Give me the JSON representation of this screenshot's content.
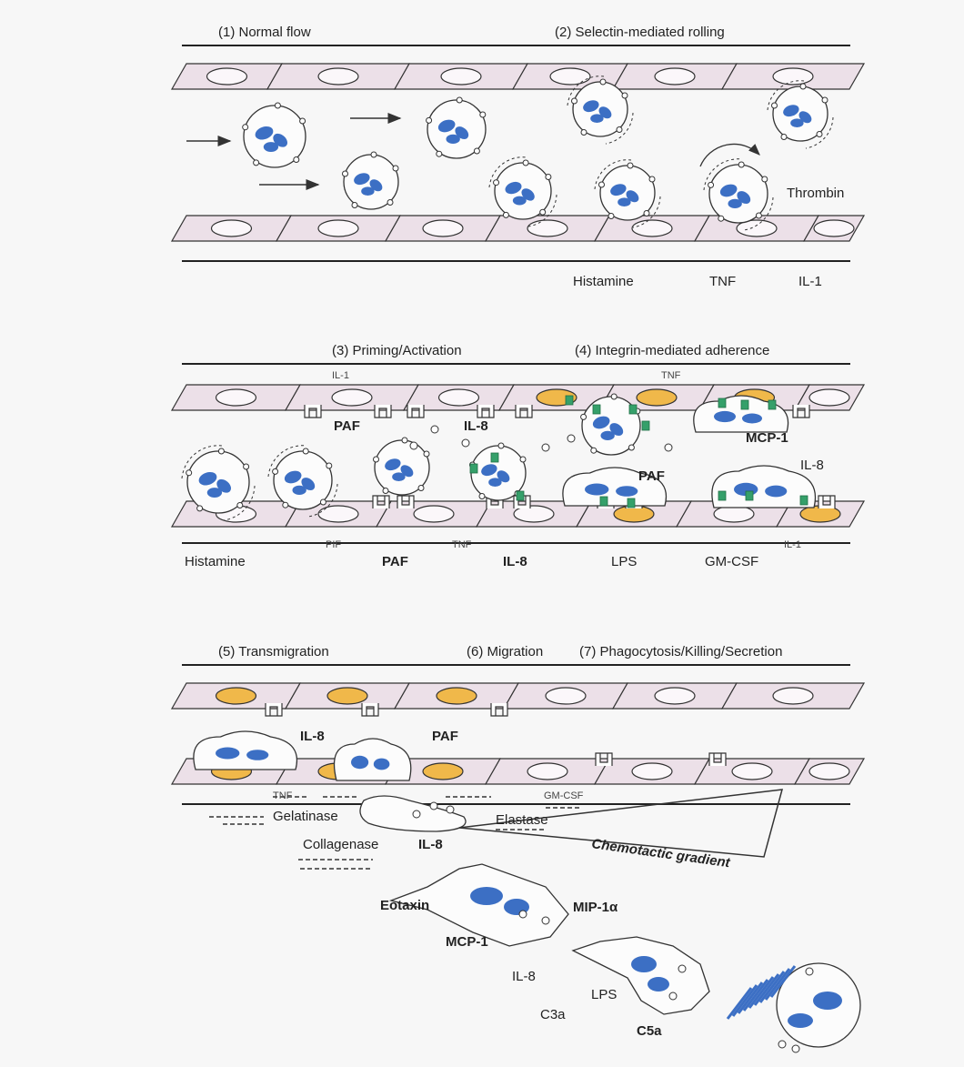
{
  "panel1": {
    "step1": "(1) Normal flow",
    "step2": "(2) Selectin-mediated rolling",
    "thrombin": "Thrombin",
    "histamine": "Histamine",
    "tnf": "TNF",
    "il1": "IL-1"
  },
  "panel2": {
    "step3": "(3) Priming/Activation",
    "step4": "(4) Integrin-mediated adherence",
    "il1_top": "IL-1",
    "tnf_top": "TNF",
    "paf_top": "PAF",
    "il8_top": "IL-8",
    "mcp1": "MCP-1",
    "paf_mid": "PAF",
    "il8_right": "IL-8",
    "pif_bottom": "PIF",
    "tnf_bottom": "TNF",
    "il1_bottom": "IL-1",
    "histamine": "Histamine",
    "paf_bottom": "PAF",
    "il8_bottom": "IL-8",
    "lps": "LPS",
    "gmcsf": "GM-CSF"
  },
  "panel3": {
    "step5": "(5) Transmigration",
    "step6": "(6) Migration",
    "step7": "(7) Phagocytosis/Killing/Secretion",
    "il8_a": "IL-8",
    "paf": "PAF",
    "tnf": "TNF",
    "gmcsf": "GM-CSF",
    "gelatinase": "Gelatinase",
    "elastase": "Elastase",
    "collagenase": "Collagenase",
    "il8_b": "IL-8",
    "gradient": "Chemotactic gradient",
    "eotaxin": "Eotaxin",
    "mip1a": "MIP-1α",
    "mcp1": "MCP-1",
    "il8_c": "IL-8",
    "lps": "LPS",
    "c3a": "C3a",
    "c5a": "C5a"
  },
  "colors": {
    "endothelium": "#ece0e8",
    "nucleus": "#3c6fc4",
    "activated_nucleus": "#f0b84a",
    "integrin": "#35a06a"
  }
}
